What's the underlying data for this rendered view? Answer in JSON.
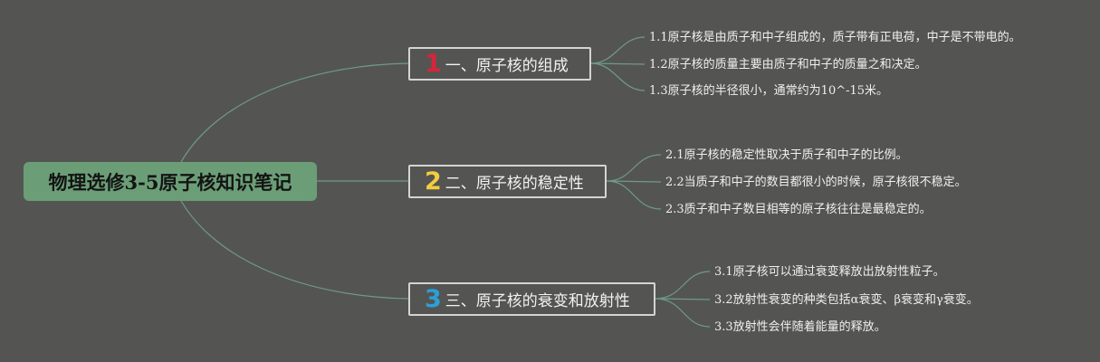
{
  "root": {
    "label": "物理选修3-5原子核知识笔记"
  },
  "branches": [
    {
      "number": "1",
      "color": "#d8243a",
      "label": "一、原子核的组成",
      "leaves": [
        "1.1原子核是由质子和中子组成的，质子带有正电荷，中子是不带电的。",
        "1.2原子核的质量主要由质子和中子的质量之和决定。",
        "1.3原子核的半径很小，通常约为10^-15米。"
      ]
    },
    {
      "number": "2",
      "color": "#f2cd3f",
      "label": "二、原子核的稳定性",
      "leaves": [
        "2.1原子核的稳定性取决于质子和中子的比例。",
        "2.2当质子和中子的数目都很小的时候，原子核很不稳定。",
        "2.3质子和中子数目相等的原子核往往是最稳定的。"
      ]
    },
    {
      "number": "3",
      "color": "#2b9fd9",
      "label": "三、原子核的衰变和放射性",
      "leaves": [
        "3.1原子核可以通过衰变释放出放射性粒子。",
        "3.2放射性衰变的种类包括α衰变、β衰变和γ衰变。",
        "3.3放射性会伴随着能量的释放。"
      ]
    }
  ],
  "colors": {
    "background": "#545552",
    "root_fill": "#6b9e77",
    "connector": "#6f9b86"
  }
}
